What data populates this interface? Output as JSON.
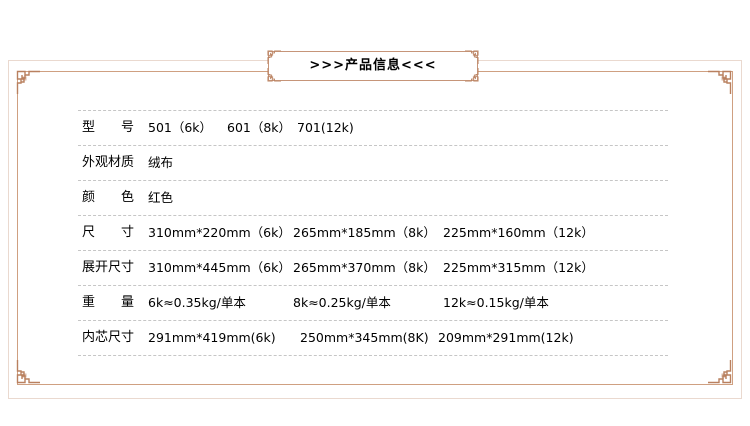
{
  "panel": {
    "title": ">>>产品信息<<<"
  },
  "colors": {
    "frame_outer": "#ead9cf",
    "frame_inner": "#cfa081",
    "ornament": "#b9805f",
    "title_border": "#c69579",
    "separator": "#c6c6c6",
    "text": "#000000"
  },
  "table": {
    "rows": [
      {
        "label": "型　　号",
        "values": [
          "501（6k）",
          "601（8k）",
          "701(12k)"
        ]
      },
      {
        "label": "外观材质",
        "values": [
          "绒布"
        ]
      },
      {
        "label": "颜　　色",
        "values": [
          "红色"
        ]
      },
      {
        "label": "尺　　寸",
        "values": [
          "310mm*220mm（6k）",
          "265mm*185mm（8k）",
          "225mm*160mm（12k）"
        ]
      },
      {
        "label": "展开尺寸",
        "values": [
          "310mm*445mm（6k）",
          "265mm*370mm（8k）",
          "225mm*315mm（12k）"
        ]
      },
      {
        "label": "重　　量",
        "values": [
          "6k≈0.35kg/单本",
          "8k≈0.25kg/单本",
          "12k≈0.15kg/单本"
        ]
      },
      {
        "label": "内芯尺寸",
        "values": [
          "291mm*419mm(6k)",
          "250mm*345mm(8K)",
          "209mm*291mm(12k)"
        ]
      }
    ]
  }
}
